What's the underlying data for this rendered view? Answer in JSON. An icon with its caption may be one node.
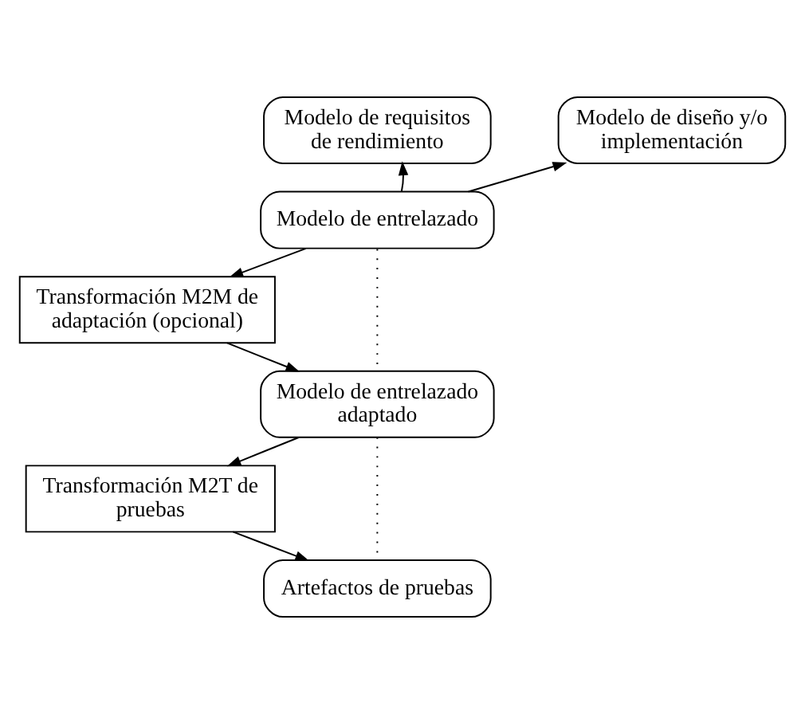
{
  "diagram": {
    "nodes": [
      {
        "text": [
          "Modelo de requisitos de rendimiento"
        ]
      },
      {
        "text": [
          "Modelo de diseño y/o implementación"
        ]
      },
      {
        "text": [
          "Modelo de entrelazado"
        ]
      },
      {
        "text": [
          "Transformación M2M de adaptación (opcional)"
        ]
      },
      {
        "text": [
          "Modelo de entrelazado adaptado"
        ]
      },
      {
        "text": [
          "Transformación M2T de pruebas"
        ]
      },
      {
        "text": [
          "Artefactos de pruebas"
        ]
      }
    ],
    "edges": [
      {
        "from": 2,
        "to": 0,
        "arrow": "to"
      },
      {
        "from": 2,
        "to": 1,
        "arrow": "to"
      },
      {
        "from": 2,
        "to": 3,
        "arrow": "to"
      },
      {
        "from": 3,
        "to": 4,
        "arrow": "to"
      },
      {
        "from": 4,
        "to": 5,
        "arrow": "to"
      },
      {
        "from": 5,
        "to": 6,
        "arrow": "to"
      },
      {
        "from": 2,
        "to": 4,
        "arrow": "none",
        "style": "dashed"
      },
      {
        "from": 4,
        "to": 6,
        "arrow": "none",
        "style": "dashed"
      }
    ]
  }
}
